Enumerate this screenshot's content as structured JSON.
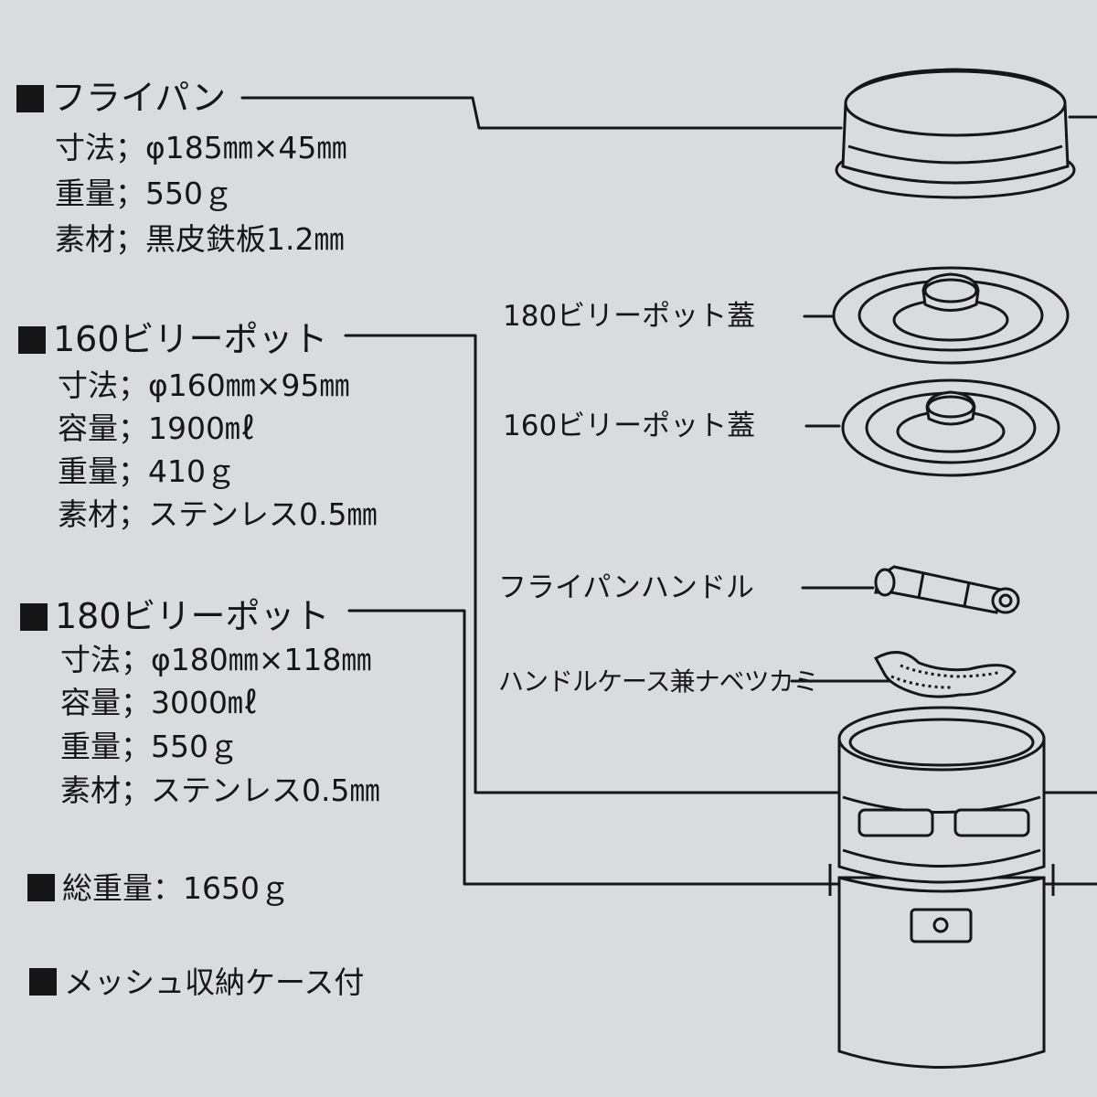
{
  "fry_pan": {
    "heading": "フライパン",
    "size": "寸法；φ185㎜×45㎜",
    "weight": "重量；550ｇ",
    "material": "素材；黒皮鉄板1.2㎜"
  },
  "pot_160": {
    "heading": "160ビリーポット",
    "size": "寸法；φ160㎜×95㎜",
    "capacity": "容量；1900㎖",
    "weight": "重量；410ｇ",
    "material": "素材；ステンレス0.5㎜"
  },
  "pot_180": {
    "heading": "180ビリーポット",
    "size": "寸法；φ180㎜×118㎜",
    "capacity": "容量；3000㎖",
    "weight": "重量；550ｇ",
    "material": "素材；ステンレス0.5㎜"
  },
  "total_weight": "総重量：1650ｇ",
  "mesh_case": "メッシュ収納ケース付",
  "parts": {
    "lid_180": "180ビリーポット蓋",
    "lid_160": "160ビリーポット蓋",
    "handle": "フライパンハンドル",
    "handle_case": "ハンドルケース兼ナベツカミ"
  },
  "colors": {
    "background": "#d9dbdf",
    "ink": "#161616"
  }
}
